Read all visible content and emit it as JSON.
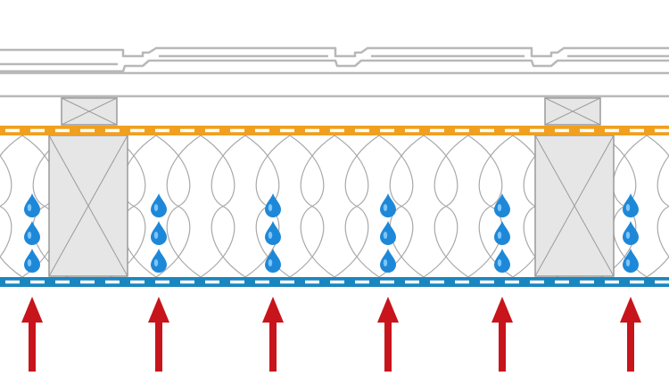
{
  "colors": {
    "background": "#ffffff",
    "tile_stroke": "#b8b8b8",
    "tile_fill": "#ffffff",
    "rafter_fill": "#e6e6e6",
    "rafter_stroke": "#9a9a9a",
    "vapor_open_membrane": "#f0a020",
    "vapor_barrier_membrane": "#1a86c0",
    "insulation_stroke": "#a8a8a8",
    "water_drop": "#1e88d8",
    "water_drop_light": "#8fd0ff",
    "heat_arrow": "#c8141b"
  },
  "layers": [
    {
      "name": "roof-tiles",
      "kind": "interlocking-tile-profile"
    },
    {
      "name": "counter-battens",
      "count": 2
    },
    {
      "name": "diffusion-open-membrane",
      "pattern": "dashed-white"
    },
    {
      "name": "mineral-wool-insulation",
      "pattern": "wave-pattern"
    },
    {
      "name": "rafters",
      "count": 2
    },
    {
      "name": "vapor-barrier-membrane",
      "pattern": "dashed-white"
    }
  ],
  "moisture": {
    "columns": 6,
    "drops_per_column": 3,
    "icon": "water-drop-icon"
  },
  "heat_flow": {
    "arrows": 6,
    "direction": "up",
    "icon": "arrow-up-icon"
  }
}
